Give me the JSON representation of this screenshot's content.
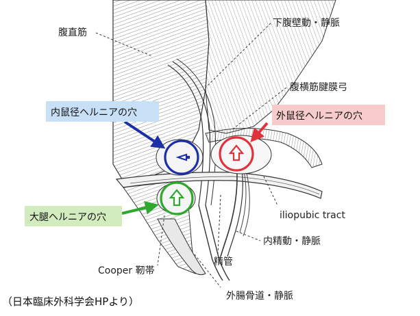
{
  "labels": {
    "rectus_abdominis": "腹直筋",
    "inferior_epigastric": "下腹壁動・静脈",
    "transversus_arch": "腹横筋腱膜弓",
    "direct_hernia": "内鼠径ヘルニアの穴",
    "indirect_hernia": "外鼠径ヘルニアの穴",
    "femoral_hernia": "大腿ヘルニアの穴",
    "iliopubic_tract": "iliopubic tract",
    "spermatic_vessels": "内精動・静脈",
    "vas_deferens": "精管",
    "cooper_ligament": "Cooper 靭帯",
    "external_iliac": "外腸骨道・静脈"
  },
  "source": "（日本臨床外科学会HPより）",
  "colors": {
    "direct": "#1a2fa8",
    "indirect": "#e0323a",
    "femoral": "#2fa82f",
    "direct_box": "#c8e0f6",
    "indirect_box": "#f8cccc",
    "femoral_box": "#d2ecc0"
  }
}
